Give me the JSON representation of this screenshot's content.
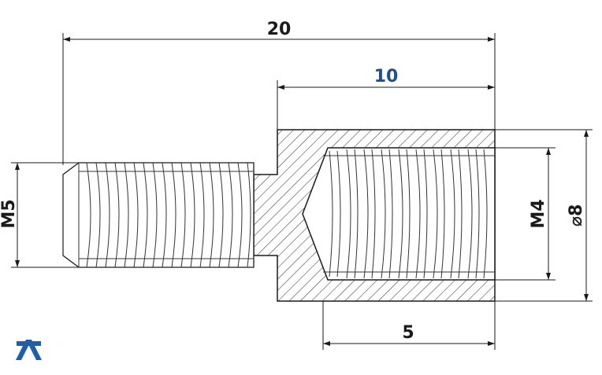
{
  "dimensions": {
    "overall_length": "20",
    "body_length": "10",
    "thread_depth": "5",
    "male_thread": "M5",
    "female_thread": "M4",
    "outer_diameter": "⌀8"
  },
  "colors": {
    "line": "#1a1a1a",
    "accent_dimension": "#1f4e8c",
    "logo": "#1f5fa8"
  },
  "logo": {
    "icon": "brand-logo-icon"
  }
}
